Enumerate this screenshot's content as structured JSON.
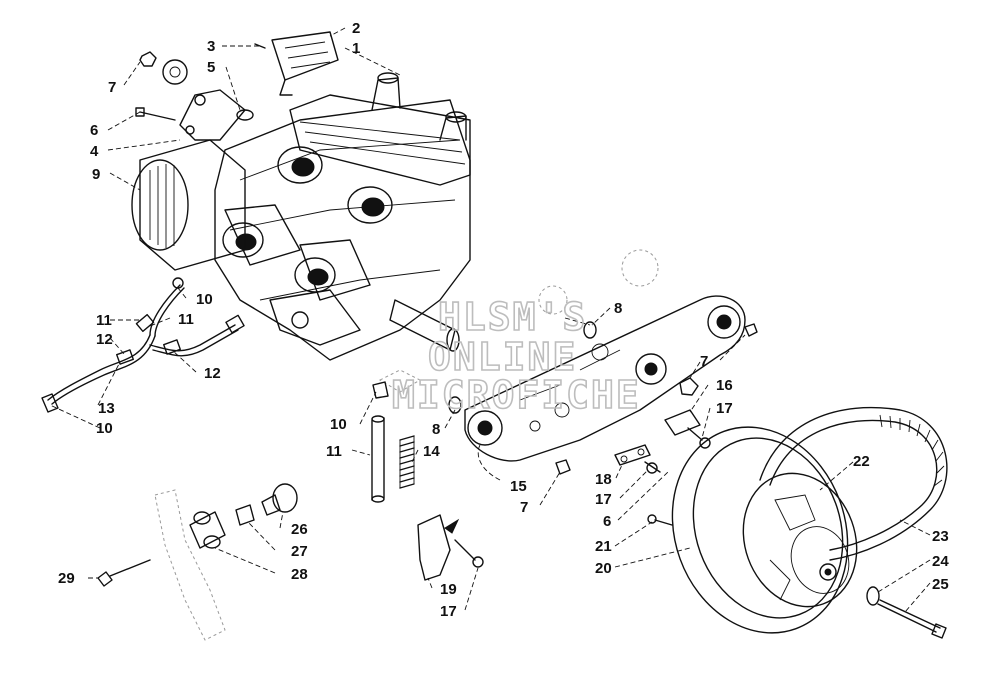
{
  "watermark": {
    "line1": "HLSM'S",
    "line2": "ONLINE",
    "line3": "MICROFICHE"
  },
  "callouts": {
    "c1": "1",
    "c2": "2",
    "c3": "3",
    "c4": "4",
    "c5": "5",
    "c6a": "6",
    "c6b": "6",
    "c7a": "7",
    "c7b": "7",
    "c7c": "7",
    "c8a": "8",
    "c8b": "8",
    "c9": "9",
    "c10a": "10",
    "c10b": "10",
    "c10c": "10",
    "c11a": "11",
    "c11b": "11",
    "c11c": "11",
    "c12a": "12",
    "c12b": "12",
    "c13": "13",
    "c14": "14",
    "c15": "15",
    "c16": "16",
    "c17a": "17",
    "c17b": "17",
    "c17c": "17",
    "c18": "18",
    "c19": "19",
    "c20": "20",
    "c21": "21",
    "c22": "22",
    "c23": "23",
    "c24": "24",
    "c25": "25",
    "c26": "26",
    "c27": "27",
    "c28": "28",
    "c29": "29"
  }
}
